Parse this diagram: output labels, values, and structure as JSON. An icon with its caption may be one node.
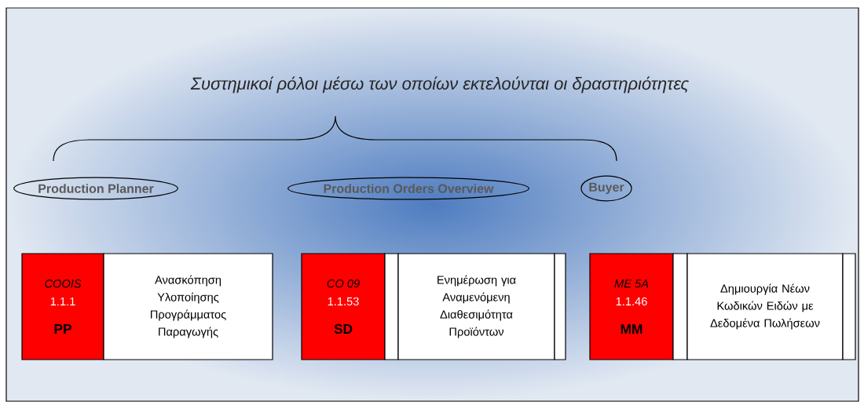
{
  "diagram": {
    "title": "Συστημικοί ρόλοι μέσω των οποίων εκτελούνται οι δραστηριότητες",
    "nodes": [
      {
        "text": [
          "Production Planner"
        ]
      },
      {
        "text": [
          "Production Orders Overview"
        ]
      },
      {
        "text": [
          "Buyer"
        ]
      },
      {
        "text": [
          "COOIS",
          "1.1.1",
          "PP"
        ]
      },
      {
        "text": [
          "Ανασκόπηση Υλοποίησης Προγράμματος Παραγωγής"
        ]
      },
      {
        "text": [
          "CO 09",
          "1.1.53",
          "SD"
        ]
      },
      {
        "text": [],
        "shape": "box"
      },
      {
        "text": [
          "Ενημέρωση για Αναμενόμενη Διαθεσιμότητα Προϊόντων"
        ]
      },
      {
        "text": [],
        "shape": "box"
      },
      {
        "text": [
          "ME 5A",
          "1.1.46",
          "MM"
        ]
      },
      {
        "text": [],
        "shape": "box"
      },
      {
        "text": [
          "Δημιουργία Νέων Κωδικών Ειδών με Δεδομένα Πωλήσεων"
        ]
      },
      {
        "text": [],
        "shape": "box"
      }
    ]
  }
}
